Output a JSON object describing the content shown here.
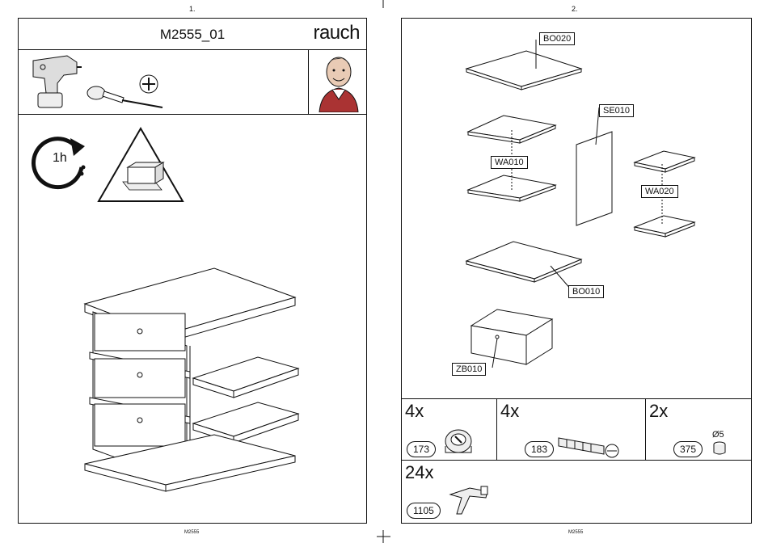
{
  "pages": {
    "left": {
      "page_number": "1.",
      "model": "M2555_01",
      "brand": "rauch",
      "time_label": "1h",
      "footer": "M2555"
    },
    "right": {
      "page_number": "2.",
      "footer": "M2555",
      "parts": {
        "bo020": "BO020",
        "se010": "SE010",
        "wa010": "WA010",
        "wa020": "WA020",
        "bo010": "BO010",
        "zb010": "ZB010"
      },
      "hardware": [
        {
          "qty": "4x",
          "part": "173"
        },
        {
          "qty": "4x",
          "part": "183"
        },
        {
          "qty": "2x",
          "part": "375",
          "dim": "Ø5"
        },
        {
          "qty": "24x",
          "part": "1105"
        }
      ]
    }
  }
}
